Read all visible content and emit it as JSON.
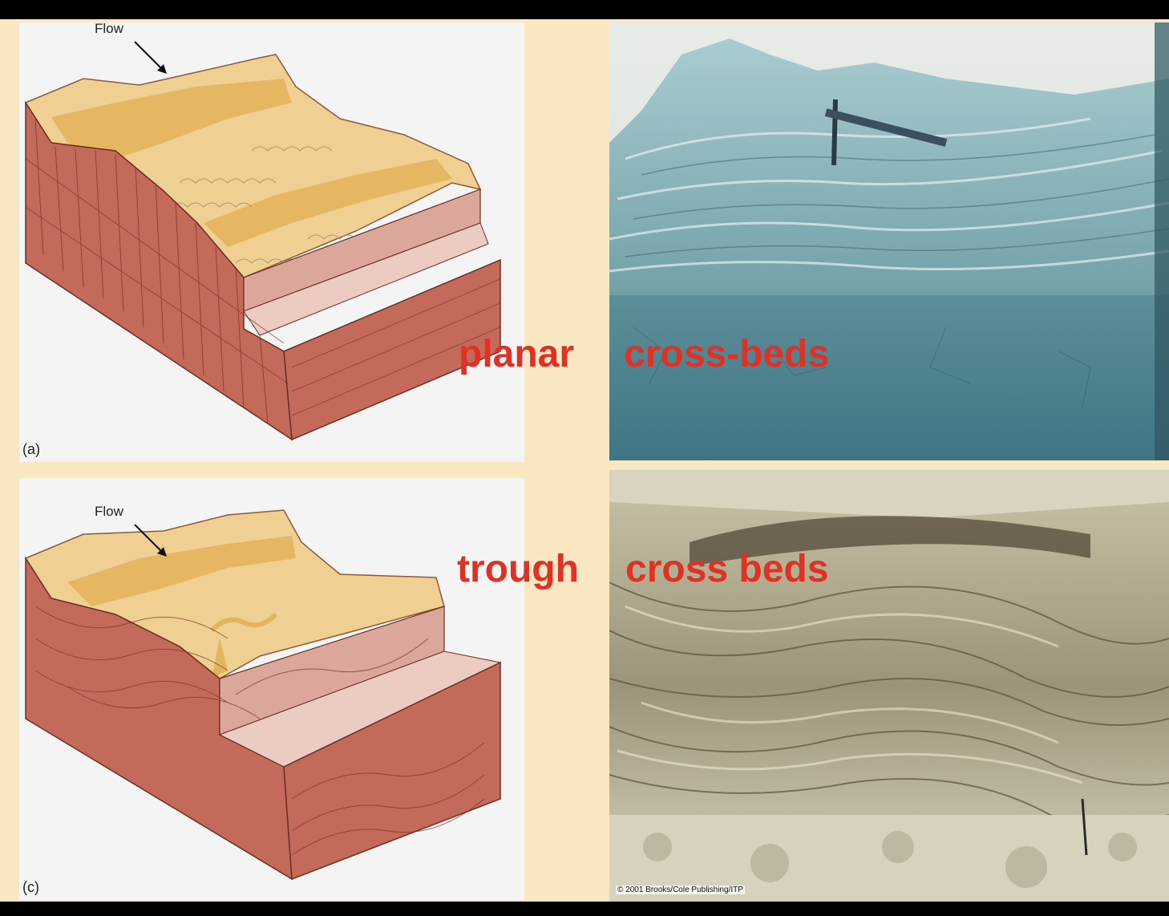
{
  "diagram_a": {
    "flow_label": "Flow",
    "letter": "(a)"
  },
  "diagram_c": {
    "flow_label": "Flow",
    "letter": "(c)"
  },
  "labels": {
    "planar": "planar",
    "planar_cross": "cross-beds",
    "trough": "trough",
    "trough_cross": "cross beds"
  },
  "copyright": "© 2001 Brooks/Cole Publishing/ITP",
  "colors": {
    "label_red": "#e03124",
    "block_red": "#c46a5a",
    "block_pink": "#dba79b",
    "sand": "#f0cf93",
    "sand_dark": "#e3b45e"
  }
}
